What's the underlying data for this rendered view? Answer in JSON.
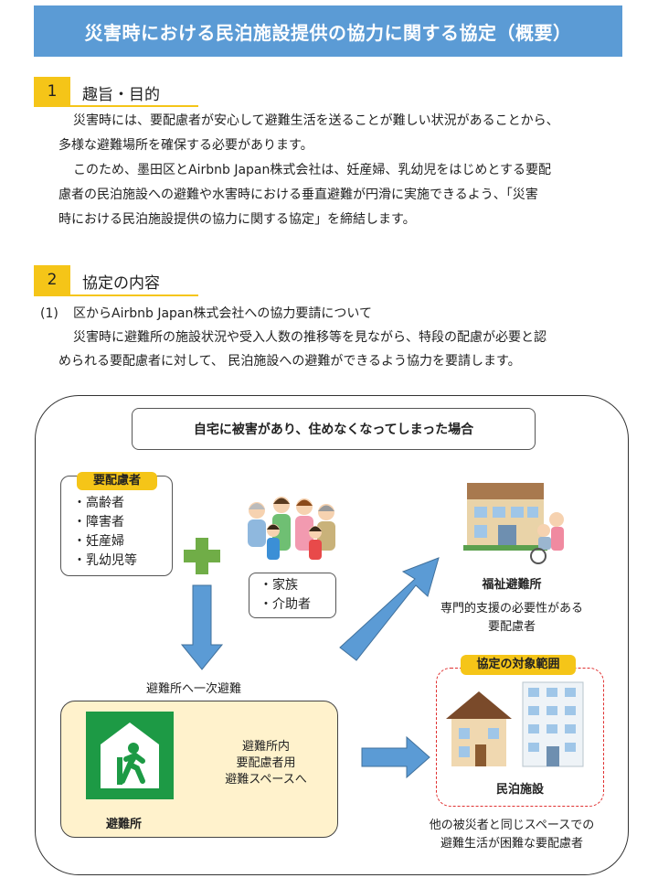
{
  "title": "災害時における民泊施設提供の協力に関する協定（概要）",
  "section1": {
    "number": "1",
    "heading": "趣旨・目的",
    "lines": [
      "災害時には、要配慮者が安心して避難生活を送ることが難しい状況があることから、",
      "多様な避難場所を確保する必要があります。",
      "このため、墨田区とAirbnb Japan株式会社は、妊産婦、乳幼児をはじめとする要配",
      "慮者の民泊施設への避難や水害時における垂直避難が円滑に実施できるよう、「災害",
      "時における民泊施設提供の協力に関する協定」を締結します。"
    ]
  },
  "section2": {
    "number": "2",
    "heading": "協定の内容",
    "item_number": "(1)",
    "item_heading": "区からAirbnb Japan株式会社への協力要請について",
    "lines": [
      "災害時に避難所の施設状況や受入人数の推移等を見ながら、特段の配慮が必要と認",
      "められる要配慮者に対して、 民泊施設への避難ができるよう協力を要請します。"
    ]
  },
  "diagram": {
    "case": "自宅に被害があり、住めなくなってしまった場合",
    "needs_tag": "要配慮者",
    "needs_list": [
      "・高齢者",
      "・障害者",
      "・妊産婦",
      "・乳幼児等"
    ],
    "family_list": [
      "・家族",
      "・介助者"
    ],
    "primary_evac": "避難所へ一次避難",
    "shelter_label": "避難所",
    "shelter_inner": [
      "避難所内",
      "要配慮者用",
      "避難スペースへ"
    ],
    "welfare_label": "福祉避難所",
    "welfare_desc": [
      "専門的支援の必要性がある",
      "要配慮者"
    ],
    "scope_tag": "協定の対象範囲",
    "minpaku_label": "民泊施設",
    "minpaku_desc": [
      "他の被災者と同じスペースでの",
      "避難生活が困難な要配慮者"
    ]
  },
  "colors": {
    "title_bar": "#5b9bd5",
    "accent_yellow": "#f5c518",
    "arrow_blue": "#5b9bd5",
    "plus_green": "#70ad47",
    "exit_green": "#1d9a45",
    "shelter_fill": "#fff2cc",
    "scope_dash": "#e03030"
  }
}
